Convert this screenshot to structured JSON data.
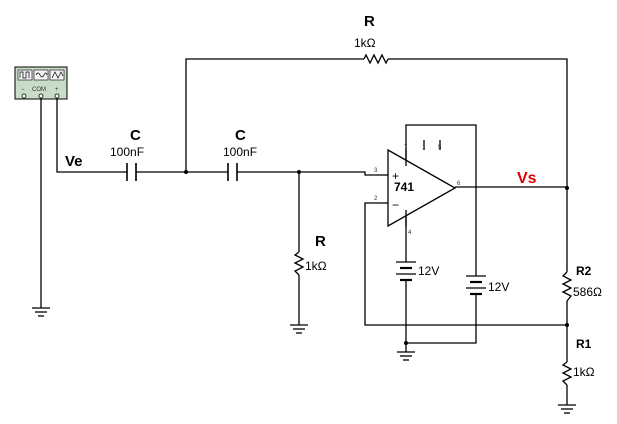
{
  "signals": {
    "input": "Ve",
    "output": "Vs"
  },
  "function_generator": {
    "com_label": "COM",
    "minus": "−",
    "plus": "+"
  },
  "components": {
    "r_feedback": {
      "name": "R",
      "value": "1kΩ"
    },
    "c1": {
      "name": "C",
      "value": "100nF"
    },
    "c2": {
      "name": "C",
      "value": "100nF"
    },
    "r_ground": {
      "name": "R",
      "value": "1kΩ"
    },
    "r2": {
      "name": "R2",
      "value": "586Ω"
    },
    "r1": {
      "name": "R1",
      "value": "1kΩ"
    },
    "battery_neg": {
      "value": "12V"
    },
    "battery_pos": {
      "value": "12V"
    }
  },
  "opamp": {
    "model": "741",
    "plus_sign": "+",
    "minus_sign": "−",
    "pins": {
      "p7": "7",
      "p1": "1",
      "p5": "5",
      "p3": "3",
      "p2": "2",
      "p4": "4",
      "p6": "6"
    }
  }
}
